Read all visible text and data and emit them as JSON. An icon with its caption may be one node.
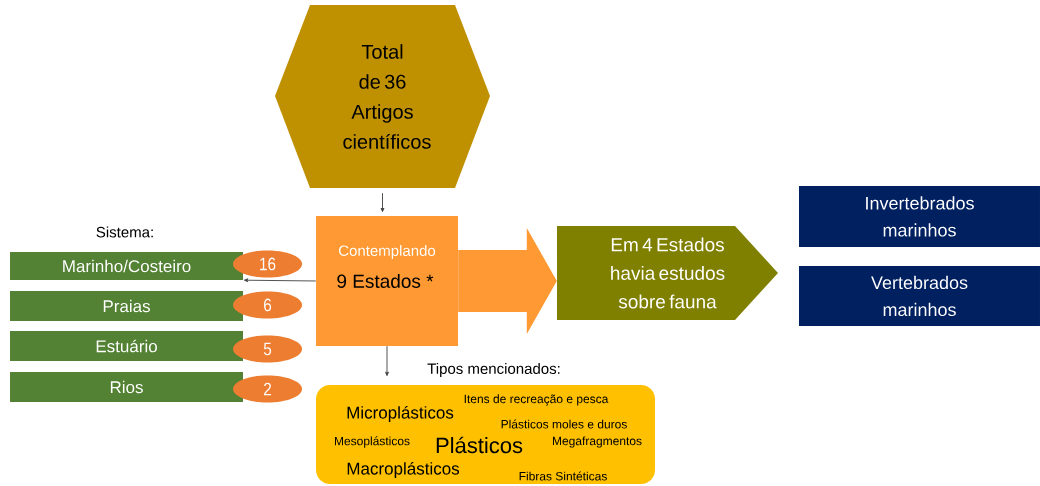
{
  "diagram": {
    "nodes": [
      {
        "text": [
          "Total de 36 Artigos científicos"
        ]
      },
      {
        "text": [
          "Contemplando",
          "9 Estados *"
        ]
      },
      {
        "text": [
          "Em 4 Estados havia estudos sobre fauna"
        ]
      },
      {
        "text": [
          "Invertebrados marinhos"
        ]
      },
      {
        "text": [
          "Vertebrados marinhos"
        ]
      },
      {
        "text": [
          "Marinho/Costeiro"
        ]
      },
      {
        "text": [
          "Praias"
        ]
      },
      {
        "text": [
          "Estuário"
        ]
      },
      {
        "text": [
          "Rios"
        ]
      },
      {
        "text": [
          "16"
        ]
      },
      {
        "text": [
          "6"
        ]
      },
      {
        "text": [
          "5"
        ]
      },
      {
        "text": [
          "2"
        ]
      },
      {
        "text": [
          "Tipos mencionados:",
          "Itens de recreação e pesca",
          "Microplásticos",
          "Plásticos moles e duros",
          "Mesoplásticos",
          "Plásticos",
          "Megafragmentos",
          "Macroplásticos",
          "Fibras Sintéticas"
        ]
      }
    ],
    "edges": [
      {
        "from": 0,
        "to": 1,
        "arrow": "to"
      },
      {
        "from": 1,
        "to": 2,
        "arrow": "to",
        "style": "thick",
        "color": "#ff9933"
      },
      {
        "from": 1,
        "to": 5,
        "arrow": "to"
      },
      {
        "from": 1,
        "to": 13,
        "arrow": "to"
      }
    ],
    "labels": [
      "Sistema:"
    ]
  }
}
